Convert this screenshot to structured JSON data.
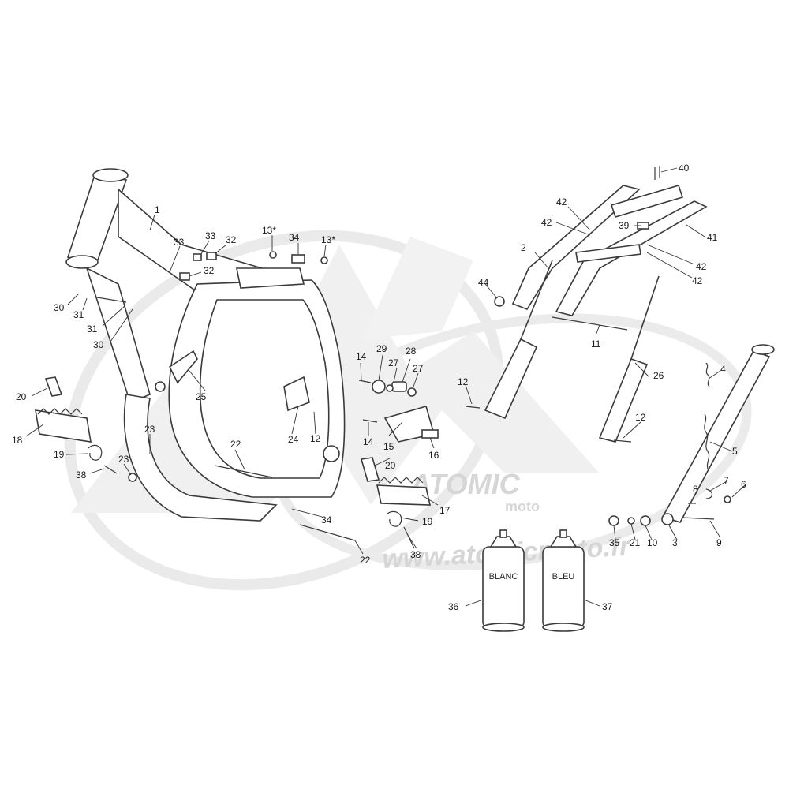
{
  "watermark": {
    "brand": "ATOMIC",
    "sub": "moto",
    "url": "www.atomicmoto.fr"
  },
  "cans": [
    {
      "id": "36",
      "label": "BLANC"
    },
    {
      "id": "37",
      "label": "BLEU"
    }
  ],
  "callouts": [
    "1",
    "2",
    "3",
    "4",
    "5",
    "6",
    "7",
    "8",
    "9",
    "10",
    "11",
    "12",
    "12",
    "12",
    "13*",
    "13*",
    "14",
    "14",
    "15",
    "16",
    "17",
    "18",
    "19",
    "19",
    "20",
    "20",
    "21",
    "22",
    "22",
    "23",
    "23",
    "24",
    "25",
    "26",
    "27",
    "27",
    "28",
    "29",
    "30",
    "30",
    "31",
    "31",
    "32",
    "32",
    "33",
    "33",
    "34",
    "34",
    "35",
    "36",
    "37",
    "38",
    "38",
    "39",
    "40",
    "41",
    "42",
    "42",
    "42",
    "42",
    "44"
  ]
}
